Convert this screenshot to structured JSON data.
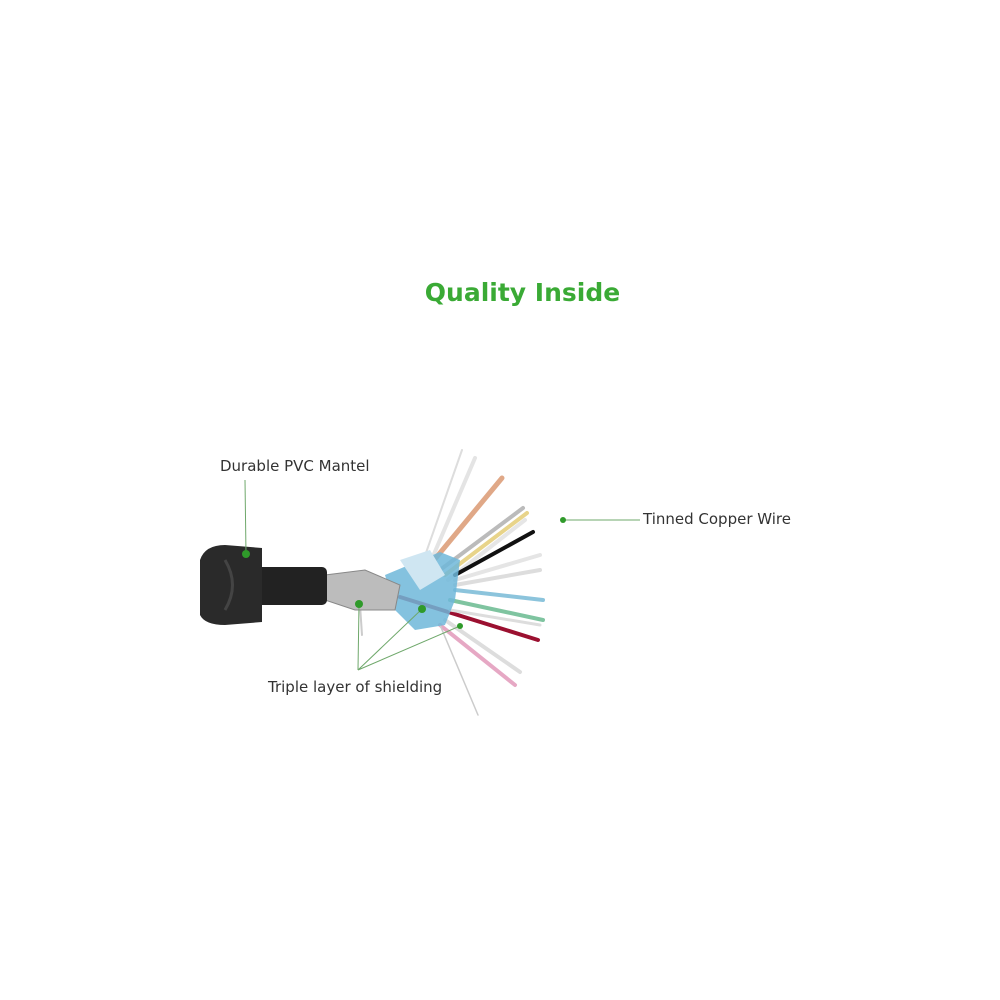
{
  "title": "Quality Inside",
  "labels": {
    "mantel": "Durable PVC Mantel",
    "copper": "Tinned Copper Wire",
    "shielding": "Triple layer of shielding"
  },
  "colors": {
    "accent": "#3aaa35",
    "dot": "#2f9a2a"
  }
}
